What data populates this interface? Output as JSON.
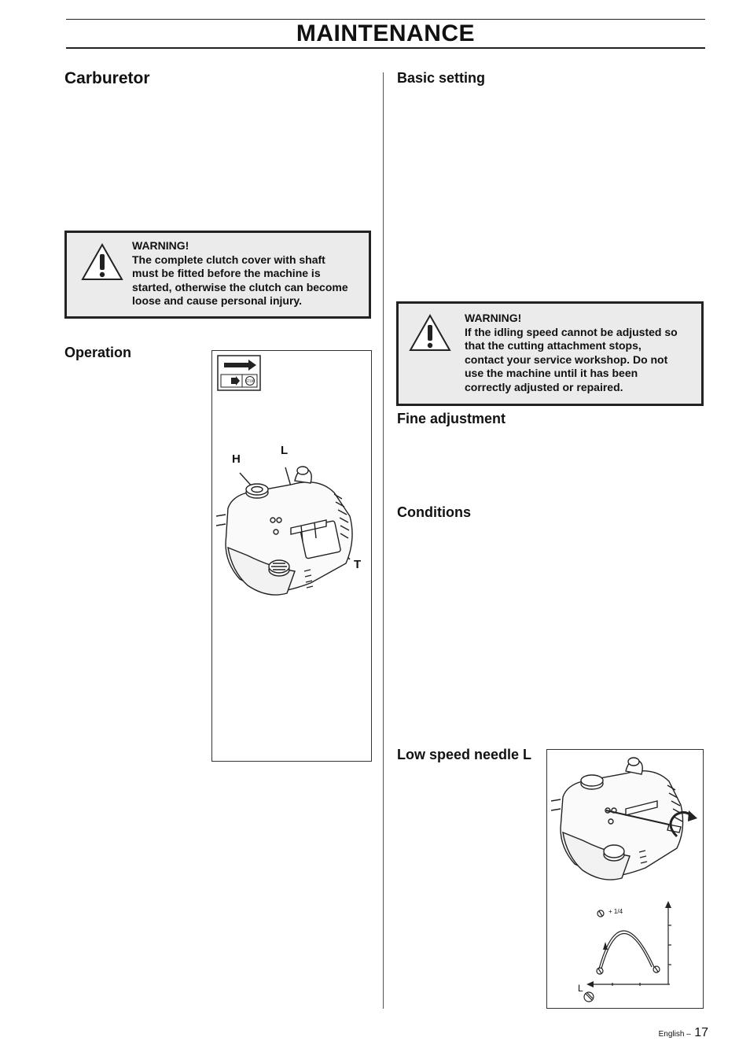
{
  "header": {
    "title": "MAINTENANCE"
  },
  "left": {
    "carburetor_heading": "Carburetor",
    "warning": {
      "title": "WARNING!",
      "lines": [
        "The complete clutch cover with shaft",
        "must be fitted before the machine is",
        "started, otherwise the clutch can become",
        "loose and cause personal injury."
      ]
    },
    "operation_heading": "Operation",
    "figure_labels": {
      "h": "H",
      "l": "L",
      "t": "T"
    }
  },
  "right": {
    "basic_setting_heading": "Basic setting",
    "warning": {
      "title": "WARNING!",
      "lines": [
        "If the idling speed cannot be adjusted so",
        "that the cutting attachment stops,",
        "contact your service workshop. Do not",
        "use the machine until it has been",
        "correctly adjusted or repaired."
      ]
    },
    "fine_adjustment_heading": "Fine adjustment",
    "conditions_heading": "Conditions",
    "low_speed_heading": "Low speed needle L",
    "diagram_labels": {
      "quarter": "+ 1/4",
      "l": "L"
    }
  },
  "footer": {
    "language": "English –",
    "page": "17"
  }
}
